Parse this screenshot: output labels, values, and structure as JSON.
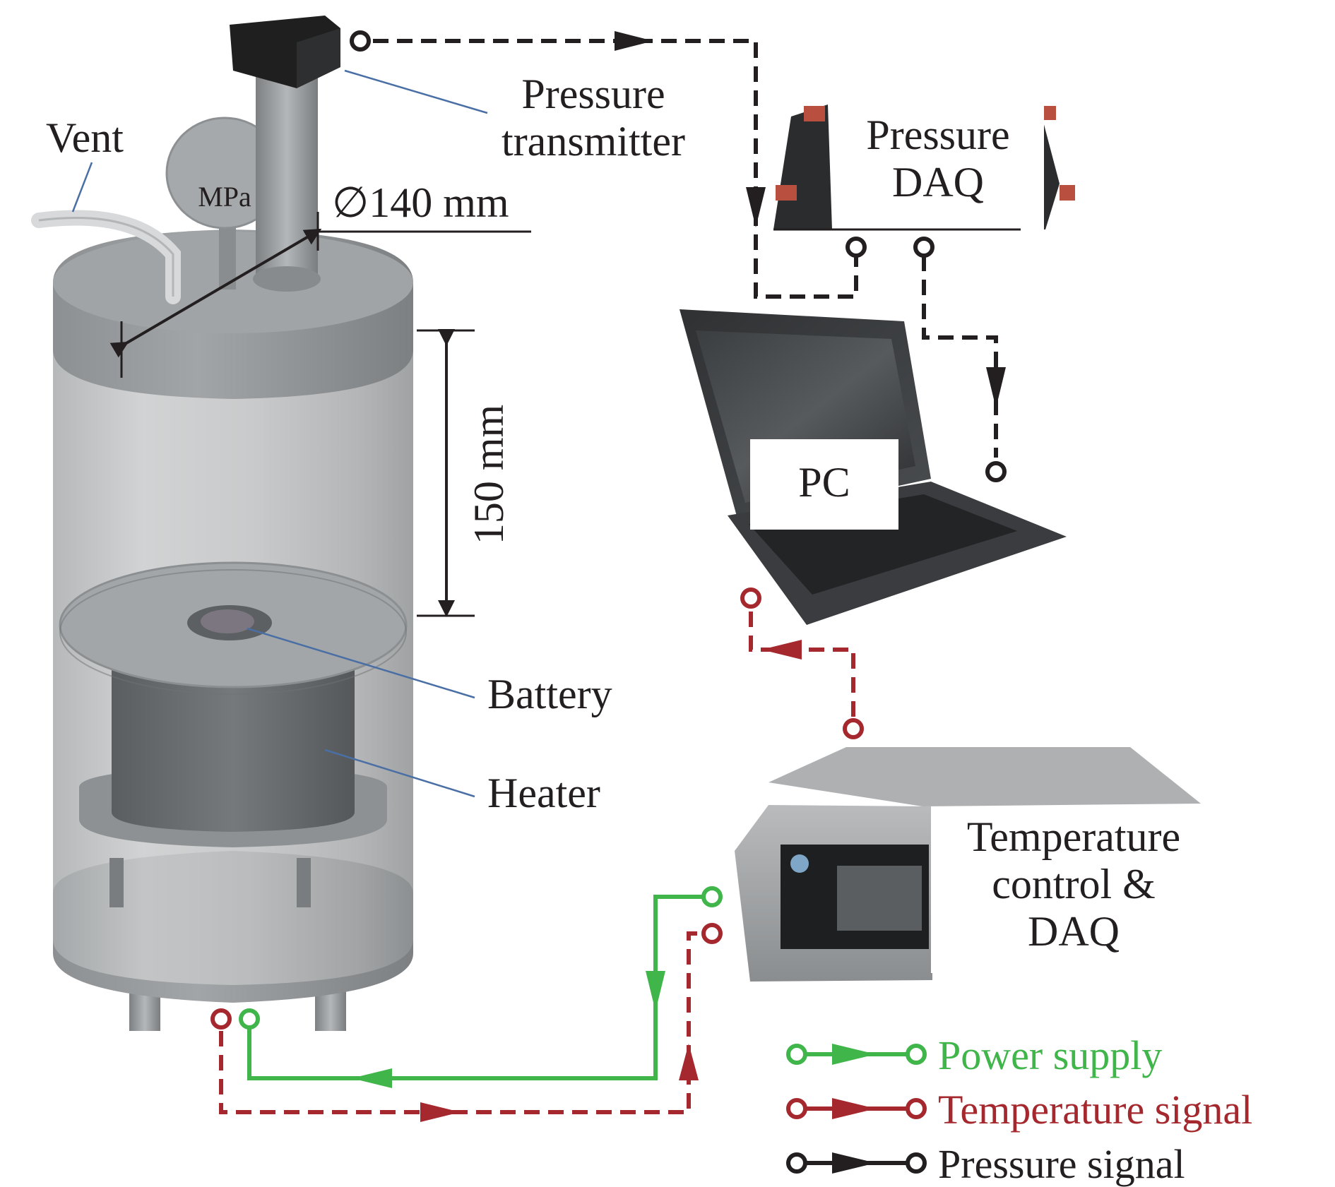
{
  "labels": {
    "vent": "Vent",
    "gauge_unit": "MPa",
    "pressure_transmitter_line1": "Pressure",
    "pressure_transmitter_line2": "transmitter",
    "diameter": "∅140 mm",
    "height": "150 mm",
    "battery": "Battery",
    "heater": "Heater",
    "pressure_daq_line1": "Pressure",
    "pressure_daq_line2": "DAQ",
    "pc": "PC",
    "temp_control_line1": "Temperature",
    "temp_control_line2": "control &",
    "temp_control_line3": "DAQ"
  },
  "legend": [
    {
      "key": "power",
      "label": "Power supply",
      "color": "#3fb54a"
    },
    {
      "key": "temperature",
      "label": "Temperature signal",
      "color": "#a4282d"
    },
    {
      "key": "pressure",
      "label": "Pressure signal",
      "color": "#231f20"
    }
  ],
  "colors": {
    "power": "#3fb54a",
    "temperature": "#a4282d",
    "pressure": "#231f20",
    "leader": "#4a6fa5",
    "metal": "#9a9c9e"
  }
}
